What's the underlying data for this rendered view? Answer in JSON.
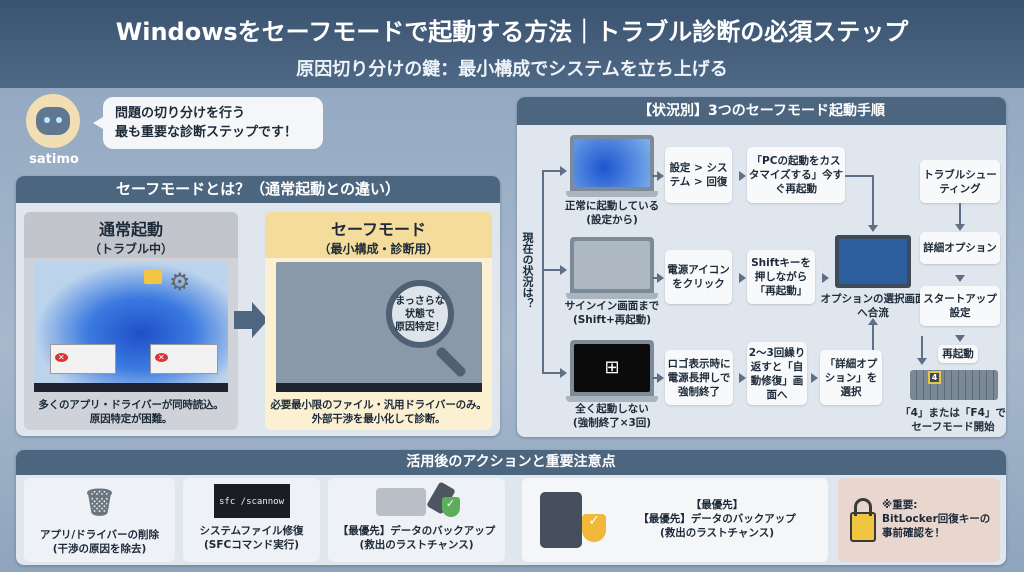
{
  "header": {
    "title": "Windowsをセーフモードで起動する方法｜トラブル診断の必須ステップ",
    "subtitle": "原因切り分けの鍵：最小構成でシステムを立ち上げる"
  },
  "mascot": {
    "name": "satimo",
    "speech_line1": "問題の切り分けを行う",
    "speech_line2": "最も重要な診断ステップです！"
  },
  "comparison": {
    "title": "セーフモードとは？（通常起動との違い）",
    "normal": {
      "title": "通常起動",
      "subtitle": "（トラブル中）",
      "caption_line1": "多くのアプリ・ドライバーが同時読込。",
      "caption_line2": "原因特定が困難。"
    },
    "safe": {
      "title": "セーフモード",
      "subtitle": "（最小構成・診断用）",
      "magnifier_line1": "まっさらな",
      "magnifier_line2": "状態で",
      "magnifier_line3": "原因特定！",
      "caption_line1": "必要最小限のファイル・汎用ドライバーのみ。",
      "caption_line2": "外部干渉を最小化して診断。"
    }
  },
  "flow": {
    "title": "【状況別】3つのセーフモード起動手順",
    "question": "現在の状況は？",
    "rows": [
      {
        "label_line1": "正常に起動している",
        "label_line2": "(設定から)",
        "steps": [
          "設定 > システム > 回復",
          "「PCの起動をカスタマイズする」今すぐ再起動"
        ]
      },
      {
        "label_line1": "サインイン画面まで",
        "label_line2": "(Shift+再起動)",
        "steps": [
          "電源アイコンをクリック",
          "Shiftキーを押しながら「再起動」"
        ]
      },
      {
        "label_line1": "全く起動しない",
        "label_line2": "(強制終了×3回)",
        "steps": [
          "ロゴ表示時に電源長押しで強制終了",
          "2〜3回繰り返すと「自動修復」画面へ",
          "「詳細オプション」を選択"
        ]
      }
    ],
    "merge_label": "オプションの選択画面へ合流",
    "right_steps": [
      "トラブルシューティング",
      "詳細オプション",
      "スタートアップ設定",
      "再起動"
    ],
    "key": "4",
    "final_line1": "「4」または「F4」で",
    "final_line2": "セーフモード開始",
    "colors": {
      "accent": "#2d5fa0",
      "header": "#4d6680"
    }
  },
  "actions": {
    "title": "活用後のアクションと重要注意点",
    "cards": [
      {
        "line1": "アプリ/ドライバーの削除",
        "line2": "(干渉の原因を除去)"
      },
      {
        "terminal": "sfc /scannow",
        "line1": "システムファイル修復",
        "line2": "(SFCコマンド実行)"
      },
      {
        "line1": "【最優先】データのバックアップ",
        "line2": "(救出のラストチャンス)"
      },
      {
        "line0": "【最優先】",
        "line1": "【最優先】データのバックアップ",
        "line2": "(救出のラストチャンス)"
      }
    ],
    "warning": {
      "line1": "※重要:",
      "line2": "BitLocker回復キーの",
      "line3": "事前確認を！"
    }
  }
}
